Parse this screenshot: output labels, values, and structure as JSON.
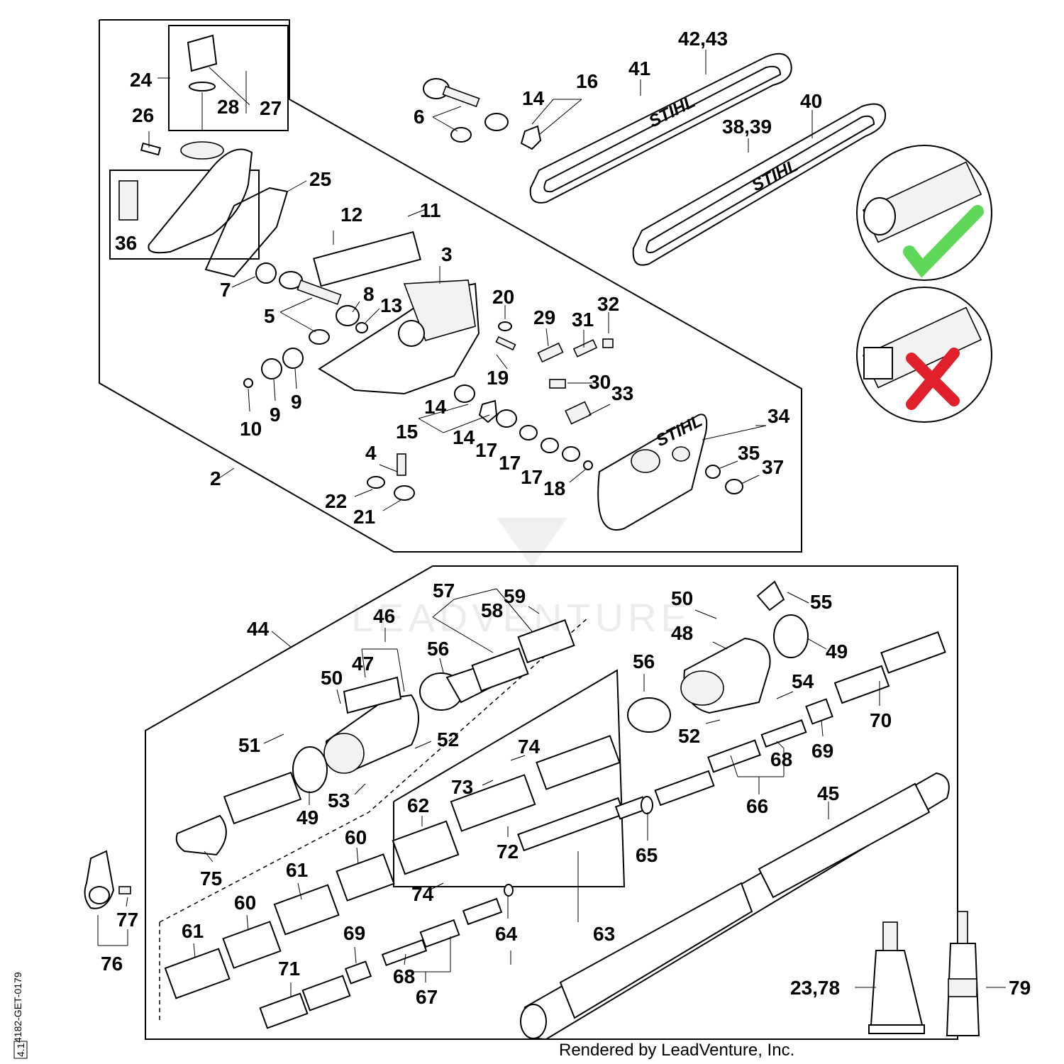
{
  "callouts": {
    "c2": "2",
    "c3": "3",
    "c4": "4",
    "c5": "5",
    "c6": "6",
    "c7": "7",
    "c8": "8",
    "c9a": "9",
    "c9b": "9",
    "c10": "10",
    "c11": "11",
    "c12": "12",
    "c13": "13",
    "c14a": "14",
    "c14b": "14",
    "c14c": "14",
    "c15": "15",
    "c16": "16",
    "c17a": "17",
    "c17b": "17",
    "c17c": "17",
    "c18": "18",
    "c19": "19",
    "c20": "20",
    "c21": "21",
    "c22": "22",
    "c24": "24",
    "c25": "25",
    "c26": "26",
    "c27": "27",
    "c28": "28",
    "c29": "29",
    "c30": "30",
    "c31": "31",
    "c32": "32",
    "c33": "33",
    "c34": "34",
    "c35": "35",
    "c36": "36",
    "c37": "37",
    "c38_39": "38,39",
    "c40": "40",
    "c41": "41",
    "c42_43": "42,43",
    "c44": "44",
    "c45": "45",
    "c46": "46",
    "c47": "47",
    "c48": "48",
    "c49a": "49",
    "c49b": "49",
    "c50a": "50",
    "c50b": "50",
    "c51": "51",
    "c52a": "52",
    "c52b": "52",
    "c53": "53",
    "c54": "54",
    "c55": "55",
    "c56a": "56",
    "c56b": "56",
    "c57": "57",
    "c58": "58",
    "c59": "59",
    "c60a": "60",
    "c60b": "60",
    "c61a": "61",
    "c61b": "61",
    "c62": "62",
    "c63": "63",
    "c64": "64",
    "c65": "65",
    "c66": "66",
    "c67": "67",
    "c68a": "68",
    "c68b": "68",
    "c69a": "69",
    "c69b": "69",
    "c70": "70",
    "c71": "71",
    "c72": "72",
    "c73": "73",
    "c74a": "74",
    "c74b": "74",
    "c75": "75",
    "c76": "76",
    "c77": "77",
    "c23_78": "23,78",
    "c79": "79"
  },
  "brand_labels": {
    "bar1": "STIHL",
    "bar2": "STIHL",
    "cover": "STIHL"
  },
  "watermark": "LEADVENTURE",
  "footer": "Rendered by LeadVenture, Inc.",
  "drawing_code": "4182-GET-0179",
  "drawing_sub": "4.1",
  "colors": {
    "check": "#5fd85a",
    "cross": "#e0202a"
  },
  "icons": {
    "correct": "check-mark-icon",
    "incorrect": "cross-mark-icon"
  }
}
